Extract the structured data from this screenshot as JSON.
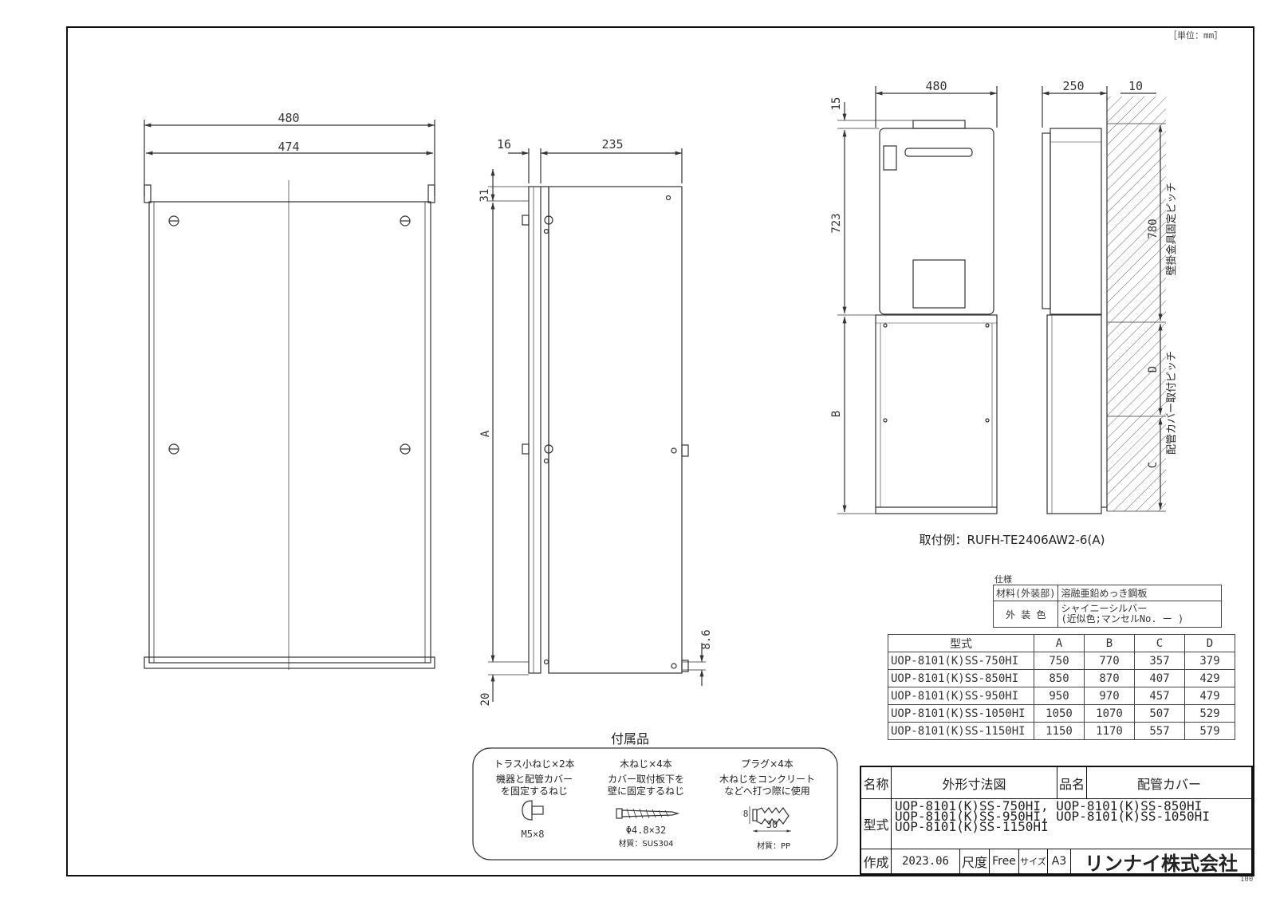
{
  "unit_label": "［単位：mm］",
  "front_view": {
    "width_outer": "480",
    "width_inner": "474"
  },
  "side_view": {
    "dim_16": "16",
    "dim_235": "235",
    "dim_31": "31",
    "dim_A": "A",
    "dim_86": "8.6",
    "dim_20": "20"
  },
  "install_example": {
    "front_width": "480",
    "side_depth": "250",
    "wall_gap": "10",
    "dim_15": "15",
    "dim_723": "723",
    "dim_B": "B",
    "dim_780": "780",
    "label_780": "壁掛金具固定ピッチ",
    "dim_D": "D",
    "label_D": "配管カバー取付ピッチ",
    "dim_C": "C",
    "caption": "取付例：RUFH-TE2406AW2-6(A)"
  },
  "spec": {
    "heading": "仕様",
    "rows": [
      {
        "label": "材料(外装部)",
        "value": "溶融亜鉛めっき鋼板"
      },
      {
        "label": "外 装 色",
        "value": "シャイニーシルバー",
        "value2": "(近似色;マンセルNo. ー )"
      }
    ]
  },
  "models_table": {
    "headers": [
      "型式",
      "A",
      "B",
      "C",
      "D"
    ],
    "rows": [
      [
        "UOP-8101(K)SS-750HI",
        "750",
        "770",
        "357",
        "379"
      ],
      [
        "UOP-8101(K)SS-850HI",
        "850",
        "870",
        "407",
        "429"
      ],
      [
        "UOP-8101(K)SS-950HI",
        "950",
        "970",
        "457",
        "479"
      ],
      [
        "UOP-8101(K)SS-1050HI",
        "1050",
        "1070",
        "507",
        "529"
      ],
      [
        "UOP-8101(K)SS-1150HI",
        "1150",
        "1170",
        "557",
        "579"
      ]
    ]
  },
  "accessories": {
    "heading": "付属品",
    "items": [
      {
        "title": "トラス小ねじ×2本",
        "desc1": "機器と配管カバー",
        "desc2": "を固定するねじ",
        "size": "M5×8",
        "material": ""
      },
      {
        "title": "木ねじ×4本",
        "desc1": "カバー取付板下を",
        "desc2": "壁に固定するねじ",
        "size": "Φ4.8×32",
        "material": "材質：SUS304"
      },
      {
        "title": "プラグ×4本",
        "desc1": "木ねじをコンクリート",
        "desc2": "などへ打つ際に使用",
        "size": "30",
        "size2": "8",
        "material": "材質：PP"
      }
    ]
  },
  "title_block": {
    "name_label": "名称",
    "name_value": "外形寸法図",
    "product_label": "品名",
    "product_value": "配管カバー",
    "model_label": "型式",
    "model_lines": [
      "UOP-8101(K)SS-750HI, UOP-8101(K)SS-850HI",
      "UOP-8101(K)SS-950HI, UOP-8101(K)SS-1050HI",
      "UOP-8101(K)SS-1150HI"
    ],
    "created_label": "作成",
    "created_value": "2023.06",
    "scale_label": "尺度",
    "scale_value": "Free",
    "size_label": "サイズ",
    "size_value": "A3",
    "company": "リンナイ株式会社"
  },
  "sheet_number": "100"
}
